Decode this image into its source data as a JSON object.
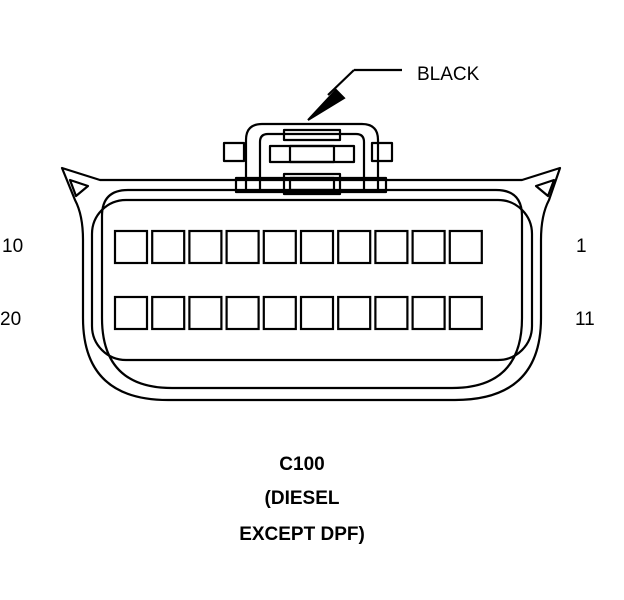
{
  "connector": {
    "color_callout": "BLACK",
    "pin_labels": {
      "top_left": "10",
      "top_right": "1",
      "bottom_left": "20",
      "bottom_right": "11"
    },
    "rows": [
      {
        "name": "top-row",
        "first_pin": 1,
        "last_pin": 10,
        "count": 10
      },
      {
        "name": "bottom-row",
        "first_pin": 11,
        "last_pin": 20,
        "count": 10
      }
    ]
  },
  "caption": {
    "line1": "C100",
    "line2": "(DIESEL",
    "line3": "EXCEPT DPF)"
  },
  "colors": {
    "line": "#000000",
    "background": "#ffffff"
  }
}
